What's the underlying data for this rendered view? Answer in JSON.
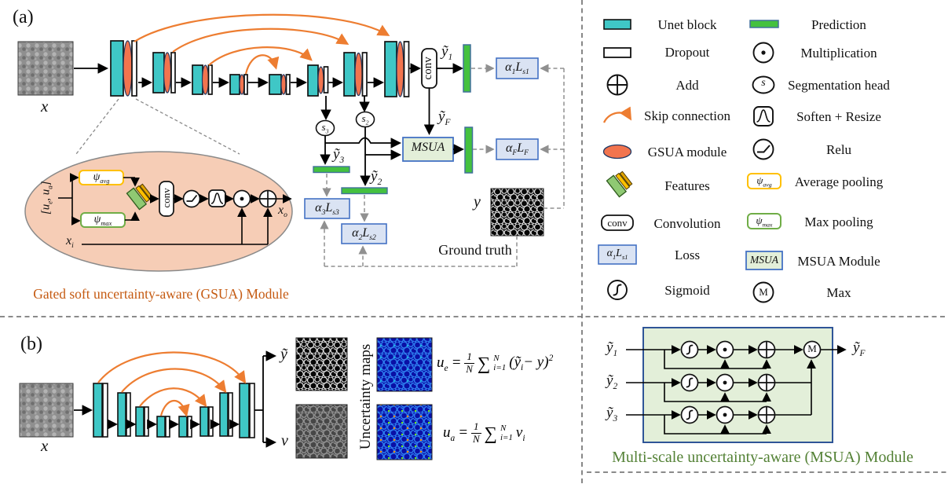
{
  "panel_a": {
    "tag": "(a)",
    "input_label": "x",
    "conv_label": "conv",
    "y1": {
      "base": "ỹ",
      "sub": "1"
    },
    "y2": {
      "base": "ỹ",
      "sub": "2"
    },
    "y3": {
      "base": "ỹ",
      "sub": "3"
    },
    "yF": {
      "base": "ỹ",
      "sub": "F"
    },
    "s2": {
      "base": "s",
      "sub": "2"
    },
    "s3": {
      "base": "s",
      "sub": "3"
    },
    "msua_label": "MSUA",
    "loss1": {
      "p1": "α",
      "s1": "1",
      "p2": "L",
      "s2": "s1"
    },
    "loss2": {
      "p1": "α",
      "s1": "2",
      "p2": "L",
      "s2": "s2"
    },
    "loss3": {
      "p1": "α",
      "s1": "3",
      "p2": "L",
      "s2": "s3"
    },
    "lossF": {
      "p1": "α",
      "s1": "F",
      "p2": "L",
      "s2": "F"
    },
    "ground_truth_label": "Ground truth",
    "gt_y_label": "y",
    "gsua": {
      "input": {
        "p1": "[u",
        "s1": "e",
        "p2": ", u",
        "s2": "a",
        "p3": "]"
      },
      "psi_avg": {
        "base": "ψ",
        "sub": "avg"
      },
      "psi_max": {
        "base": "ψ",
        "sub": "max"
      },
      "conv_label": "conv",
      "xi": {
        "base": "x",
        "sub": "i"
      },
      "xo": {
        "base": "x",
        "sub": "o"
      },
      "caption": "Gated soft uncertainty-aware (GSUA) Module"
    }
  },
  "legend": {
    "col1": [
      {
        "label": "Unet block"
      },
      {
        "label": "Dropout"
      },
      {
        "label": "Add"
      },
      {
        "label": "Skip connection"
      },
      {
        "label": "GSUA module"
      },
      {
        "label": "Features"
      },
      {
        "label": "Convolution"
      },
      {
        "label": "Loss"
      },
      {
        "label": "Sigmoid"
      }
    ],
    "col2": [
      {
        "label": "Prediction"
      },
      {
        "label": "Multiplication"
      },
      {
        "label": "Segmentation head"
      },
      {
        "label": "Soften + Resize"
      },
      {
        "label": "Relu"
      },
      {
        "label": "Average pooling"
      },
      {
        "label": "Max pooling"
      },
      {
        "label": "MSUA Module"
      },
      {
        "label": "Max"
      }
    ],
    "conv_icon_label": "conv",
    "loss_icon": {
      "p1": "α",
      "s1": "1",
      "p2": "L",
      "s2": "s1"
    },
    "seg_icon_label": "s",
    "psi_avg_icon": {
      "base": "ψ",
      "sub": "avg"
    },
    "psi_max_icon": {
      "base": "ψ",
      "sub": "max"
    },
    "msua_icon_label": "MSUA",
    "max_icon_label": "M"
  },
  "panel_b": {
    "tag": "(b)",
    "input_label": "x",
    "pred_label": "ỹ",
    "var_label": "v",
    "uncertainty_maps_label": "Uncertainty maps",
    "eq1": {
      "v": "u",
      "vs": "e",
      "eq": "=",
      "num": "1",
      "den": "N",
      "sum": "∑",
      "top": "N",
      "bot": "i=1",
      "r1": "(ỹ",
      "r1s": "i",
      "r2": "− y)",
      "r2p": "2"
    },
    "eq2": {
      "v": "u",
      "vs": "a",
      "eq": "=",
      "num": "1",
      "den": "N",
      "sum": "∑",
      "top": "N",
      "bot": "i=1",
      "r1": "v",
      "r1s": "i"
    }
  },
  "msua_panel": {
    "in1": {
      "base": "ỹ",
      "sub": "1"
    },
    "in2": {
      "base": "ỹ",
      "sub": "2"
    },
    "in3": {
      "base": "ỹ",
      "sub": "3"
    },
    "out": {
      "base": "ỹ",
      "sub": "F"
    },
    "max_label": "M",
    "caption": "Multi-scale uncertainty-aware (MSUA) Module"
  },
  "colors": {
    "unet_block": "#3fc7c6",
    "gsua_module": "#f2744e",
    "skip_arrow": "#ed7d31",
    "prediction": "#44c13f",
    "loss_fill": "#dae3f3",
    "loss_border": "#4472c4",
    "msua_fill": "#e3efd9",
    "gsua_ellipse_fill": "#f6cdb6",
    "gsua_caption": "#c55a11",
    "msua_caption": "#538135",
    "avg_pool_border": "#ffc000",
    "max_pool_border": "#70ad47"
  }
}
